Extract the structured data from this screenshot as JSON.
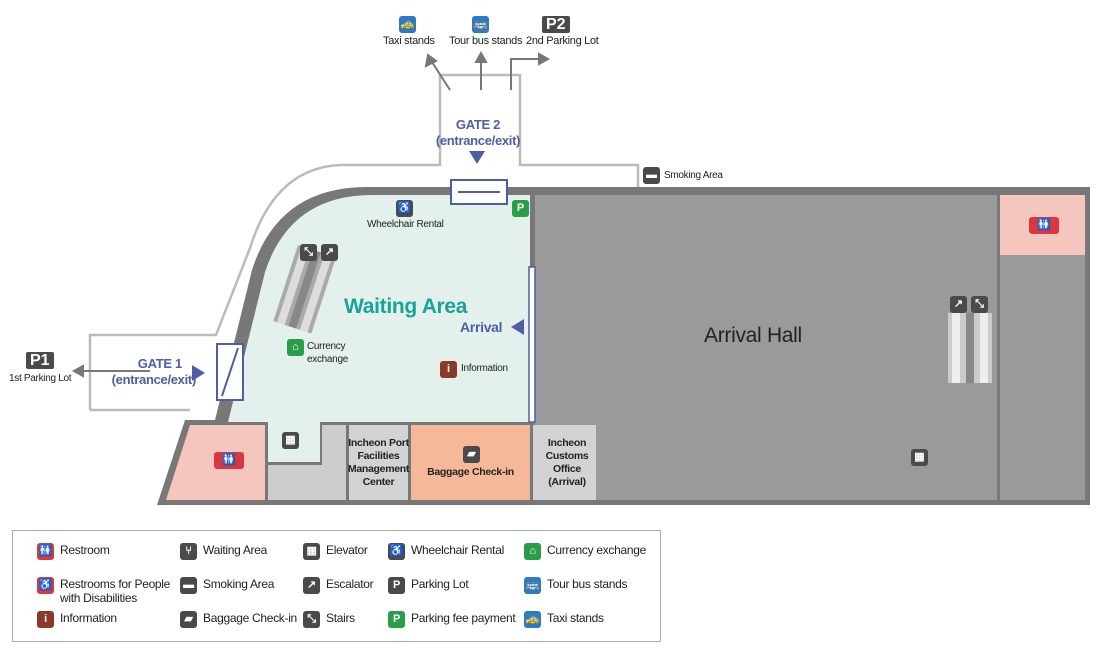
{
  "destinations": {
    "taxi": "Taxi stands",
    "tour_bus": "Tour bus stands",
    "p2_badge": "P2",
    "p2": "2nd Parking Lot",
    "p1_badge": "P1",
    "p1": "1st Parking Lot"
  },
  "gates": {
    "gate2_title": "GATE 2",
    "gate2_sub": "(entrance/exit)",
    "gate1_title": "GATE 1",
    "gate1_sub": "(entrance/exit)",
    "arrival": "Arrival"
  },
  "areas": {
    "waiting_area": "Waiting Area",
    "arrival_hall": "Arrival Hall",
    "smoking": "Smoking Area",
    "wheelchair": "Wheelchair Rental",
    "currency": "Currency exchange",
    "information": "Information",
    "port_center": "Incheon Port Facilities Management Center",
    "baggage": "Baggage Check-in",
    "customs": "Incheon Customs Office (Arrival)"
  },
  "legend": [
    {
      "label": "Restroom",
      "icon": "restroom-icon",
      "color": "#d9383e"
    },
    {
      "label": "Restrooms for People with Disabilities",
      "icon": "accessible-restroom-icon",
      "color": "#d9383e"
    },
    {
      "label": "Information",
      "icon": "information-icon",
      "color": "#8b3a2a"
    },
    {
      "label": "Waiting Area",
      "icon": "waiting-area-icon",
      "color": "#4a4a4a"
    },
    {
      "label": "Smoking Area",
      "icon": "smoking-icon",
      "color": "#4a4a4a"
    },
    {
      "label": "Baggage Check-in",
      "icon": "baggage-icon",
      "color": "#4a4a4a"
    },
    {
      "label": "Elevator",
      "icon": "elevator-icon",
      "color": "#4a4a4a"
    },
    {
      "label": "Escalator",
      "icon": "escalator-icon",
      "color": "#4a4a4a"
    },
    {
      "label": "Stairs",
      "icon": "stairs-icon",
      "color": "#4a4a4a"
    },
    {
      "label": "Wheelchair Rental",
      "icon": "wheelchair-icon",
      "color": "#4a4a4a"
    },
    {
      "label": "Parking Lot",
      "icon": "parking-icon",
      "color": "#4a4a4a"
    },
    {
      "label": "Parking fee payment",
      "icon": "parking-fee-icon",
      "color": "#2a9d48"
    },
    {
      "label": "Currency exchange",
      "icon": "currency-icon",
      "color": "#2a9d48"
    },
    {
      "label": "Tour bus stands",
      "icon": "bus-icon",
      "color": "#2e7bc4"
    },
    {
      "label": "Taxi stands",
      "icon": "taxi-icon",
      "color": "#2e7bc4"
    }
  ]
}
